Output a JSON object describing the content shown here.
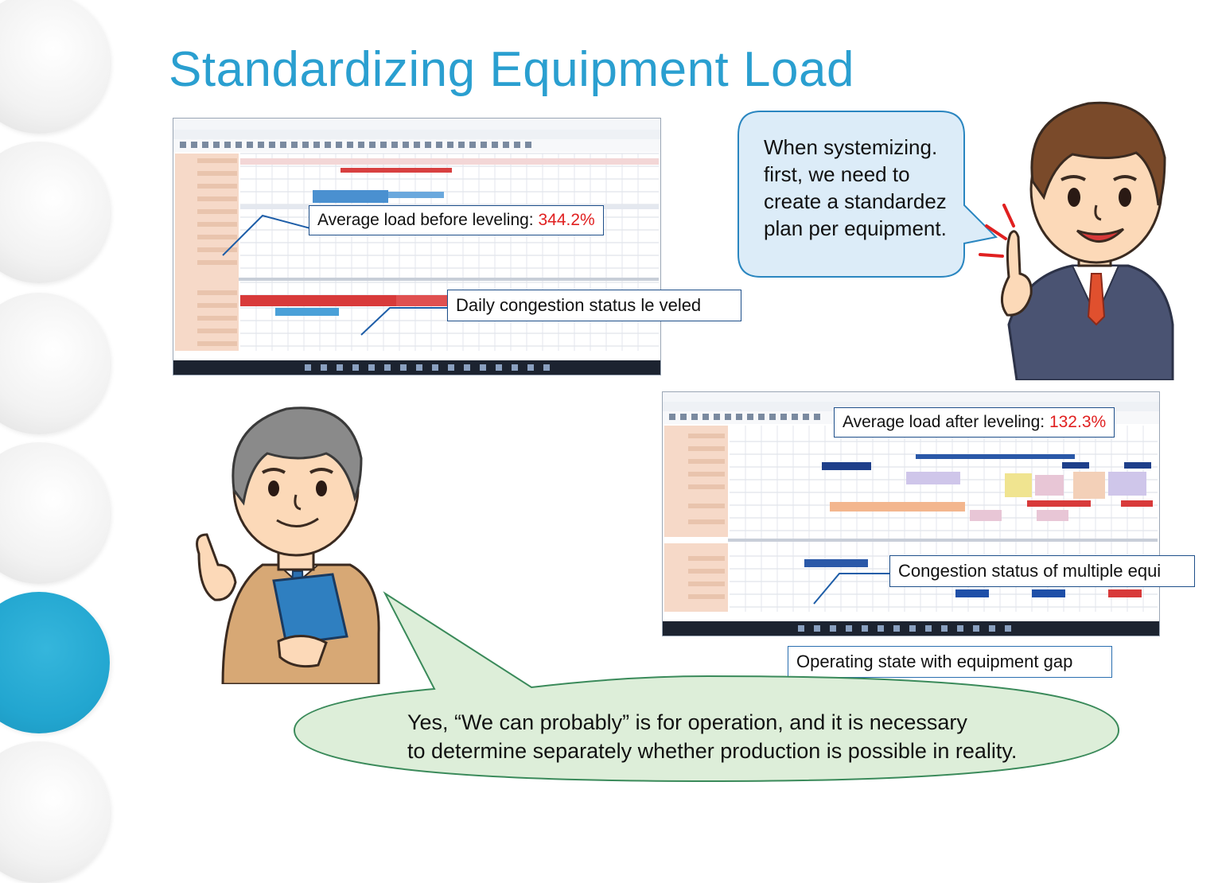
{
  "title": "Standardizing Equipment Load",
  "colors": {
    "accent": "#2a9fd0",
    "highlight": "#e02020",
    "bubble_blue": "#dcecf8",
    "bubble_green": "#ddeed9"
  },
  "icons": [
    "circle-decoration",
    "businessman-pointing",
    "manager-with-folder"
  ],
  "screenshot_before": {
    "callout_load_label": "Average load before leveling: ",
    "callout_load_value": "344.2%",
    "callout_congestion": "Daily congestion status le veled"
  },
  "screenshot_after": {
    "callout_load_label": "Average load after leveling: ",
    "callout_load_value": "132.3%",
    "callout_congestion": "Congestion status of multiple equi"
  },
  "operating_state_caption": "Operating state with equipment gap",
  "speech_top": [
    "When systemizing.",
    "first, we need to",
    "create a standardez",
    "plan per equipment."
  ],
  "speech_bottom": [
    "Yes, “We can probably” is for operation, and it is necessary",
    "to determine separately whether production is possible in reality."
  ]
}
